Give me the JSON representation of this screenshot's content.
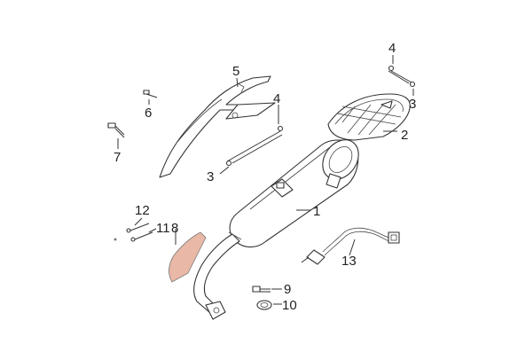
{
  "diagram": {
    "callouts": [
      {
        "id": "c1",
        "label": "1"
      },
      {
        "id": "c2",
        "label": "2"
      },
      {
        "id": "c3a",
        "label": "3"
      },
      {
        "id": "c3b",
        "label": "3"
      },
      {
        "id": "c4a",
        "label": "4"
      },
      {
        "id": "c4b",
        "label": "4"
      },
      {
        "id": "c5",
        "label": "5"
      },
      {
        "id": "c6",
        "label": "6"
      },
      {
        "id": "c7",
        "label": "7"
      },
      {
        "id": "c8",
        "label": "8"
      },
      {
        "id": "c9",
        "label": "9"
      },
      {
        "id": "c10",
        "label": "10"
      },
      {
        "id": "c11",
        "label": "11"
      },
      {
        "id": "c12",
        "label": "12"
      },
      {
        "id": "c13",
        "label": "13"
      }
    ]
  },
  "colors": {
    "line": "#333333",
    "text": "#222222",
    "heat_shield": "#e9b8a6"
  }
}
